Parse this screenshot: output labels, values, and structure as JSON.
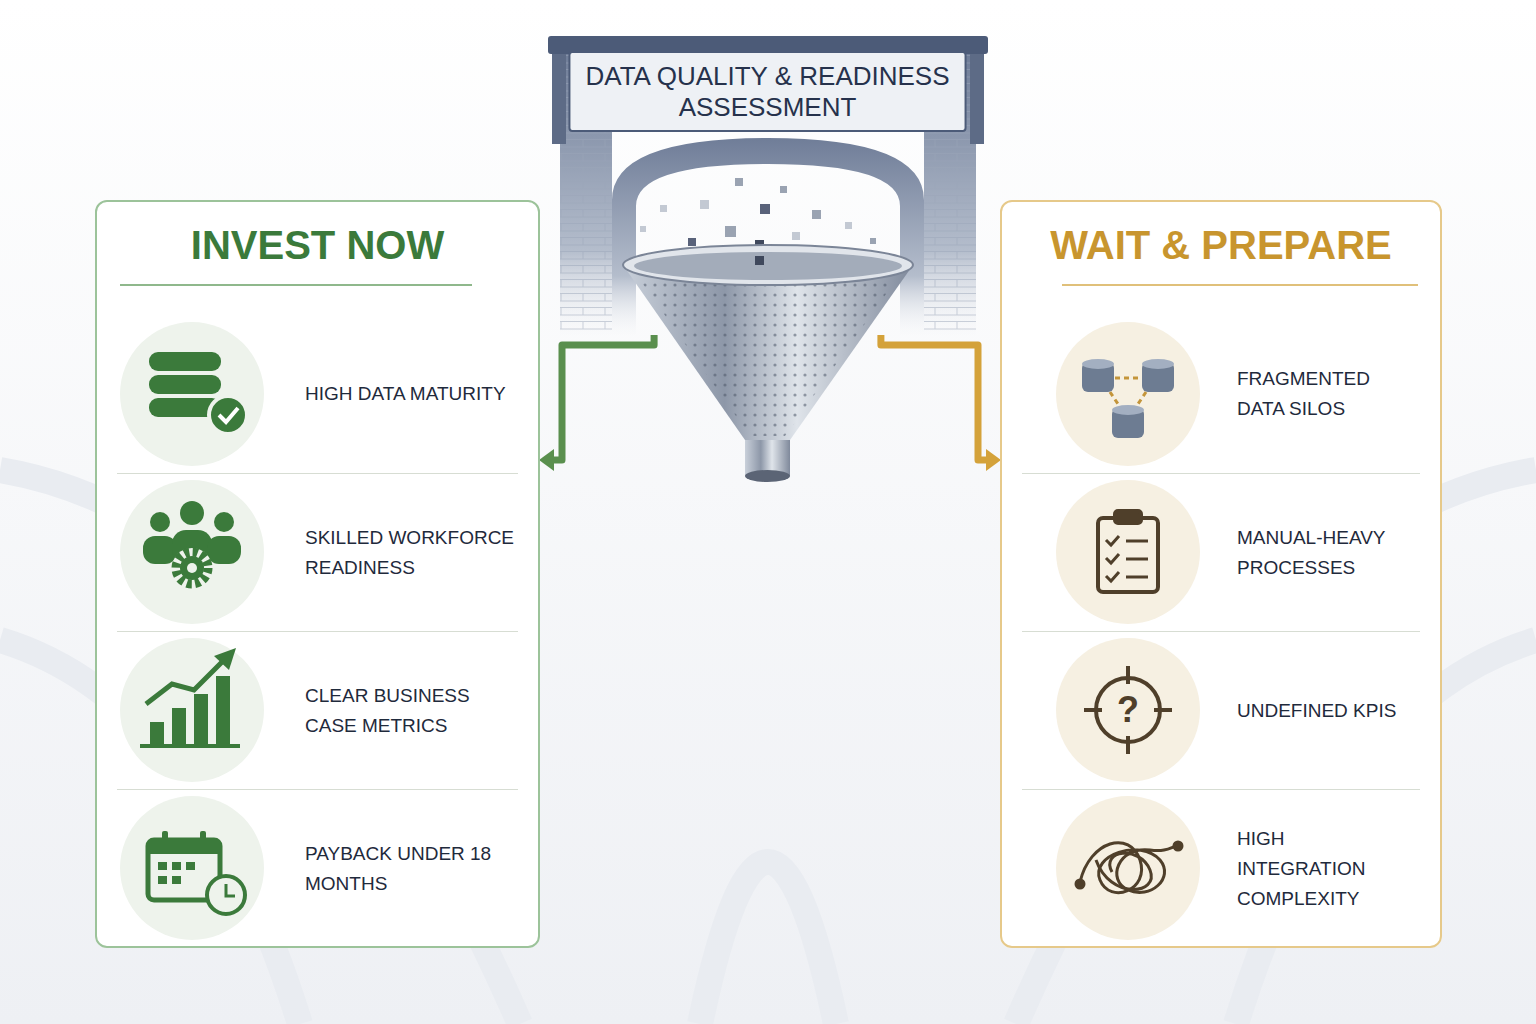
{
  "diagram": {
    "nodes": [
      {
        "text": [
          "DATA QUALITY & READINESS ASSESSMENT"
        ]
      },
      {
        "text": [
          "INVEST NOW"
        ]
      },
      {
        "text": [
          "HIGH DATA MATURITY"
        ],
        "in": 1
      },
      {
        "text": [
          "SKILLED WORKFORCE READINESS"
        ],
        "in": 1
      },
      {
        "text": [
          "CLEAR BUSINESS CASE METRICS"
        ],
        "in": 1
      },
      {
        "text": [
          "PAYBACK UNDER 18 MONTHS"
        ],
        "in": 1
      },
      {
        "text": [
          "WAIT & PREPARE"
        ]
      },
      {
        "text": [
          "FRAGMENTED DATA SILOS"
        ],
        "in": 6
      },
      {
        "text": [
          "MANUAL-HEAVY PROCESSES"
        ],
        "in": 6
      },
      {
        "text": [
          "UNDEFINED KPIS"
        ],
        "in": 6
      },
      {
        "text": [
          "HIGH INTEGRATION COMPLEXITY"
        ],
        "in": 6
      }
    ],
    "edges": [
      {
        "from": 0,
        "to": 1,
        "arrow": "to"
      },
      {
        "from": 0,
        "to": 6,
        "arrow": "to"
      }
    ],
    "labels": [
      "?"
    ]
  }
}
